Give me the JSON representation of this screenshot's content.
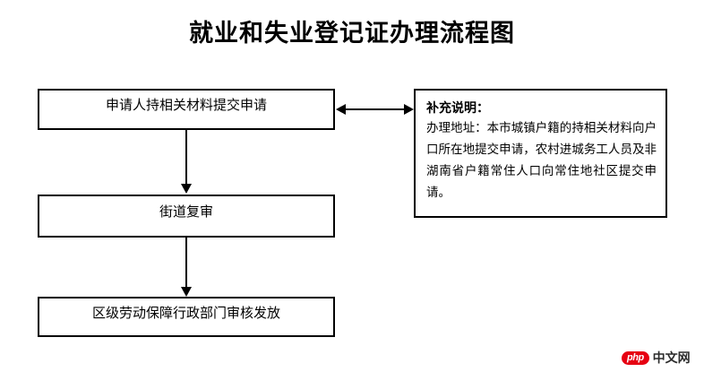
{
  "title": "就业和失业登记证办理流程图",
  "flow": {
    "nodes": [
      {
        "id": "apply",
        "label": "申请人持相关材料提交申请"
      },
      {
        "id": "review",
        "label": "街道复审"
      },
      {
        "id": "issue",
        "label": "区级劳动保障行政部门审核发放"
      }
    ],
    "connectors": [
      {
        "id": "apply-review",
        "from": "apply",
        "to": "review",
        "direction": "down",
        "style": "solid-arrow"
      },
      {
        "id": "review-issue",
        "from": "review",
        "to": "issue",
        "direction": "down",
        "style": "solid-arrow"
      },
      {
        "id": "apply-note",
        "from": "apply",
        "to": "note",
        "direction": "horizontal",
        "style": "double-arrow"
      }
    ]
  },
  "note": {
    "heading": "补充说明：",
    "body": "办理地址：本市城镇户籍的持相关材料向户口所在地提交申请，农村进城务工人员及非湖南省户籍常住人口向常住地社区提交申请。"
  },
  "watermark": {
    "badge": "php",
    "text": "中文网",
    "badge_color": "#e60012"
  },
  "colors": {
    "background": "#ffffff",
    "line": "#000000",
    "text": "#000000"
  }
}
